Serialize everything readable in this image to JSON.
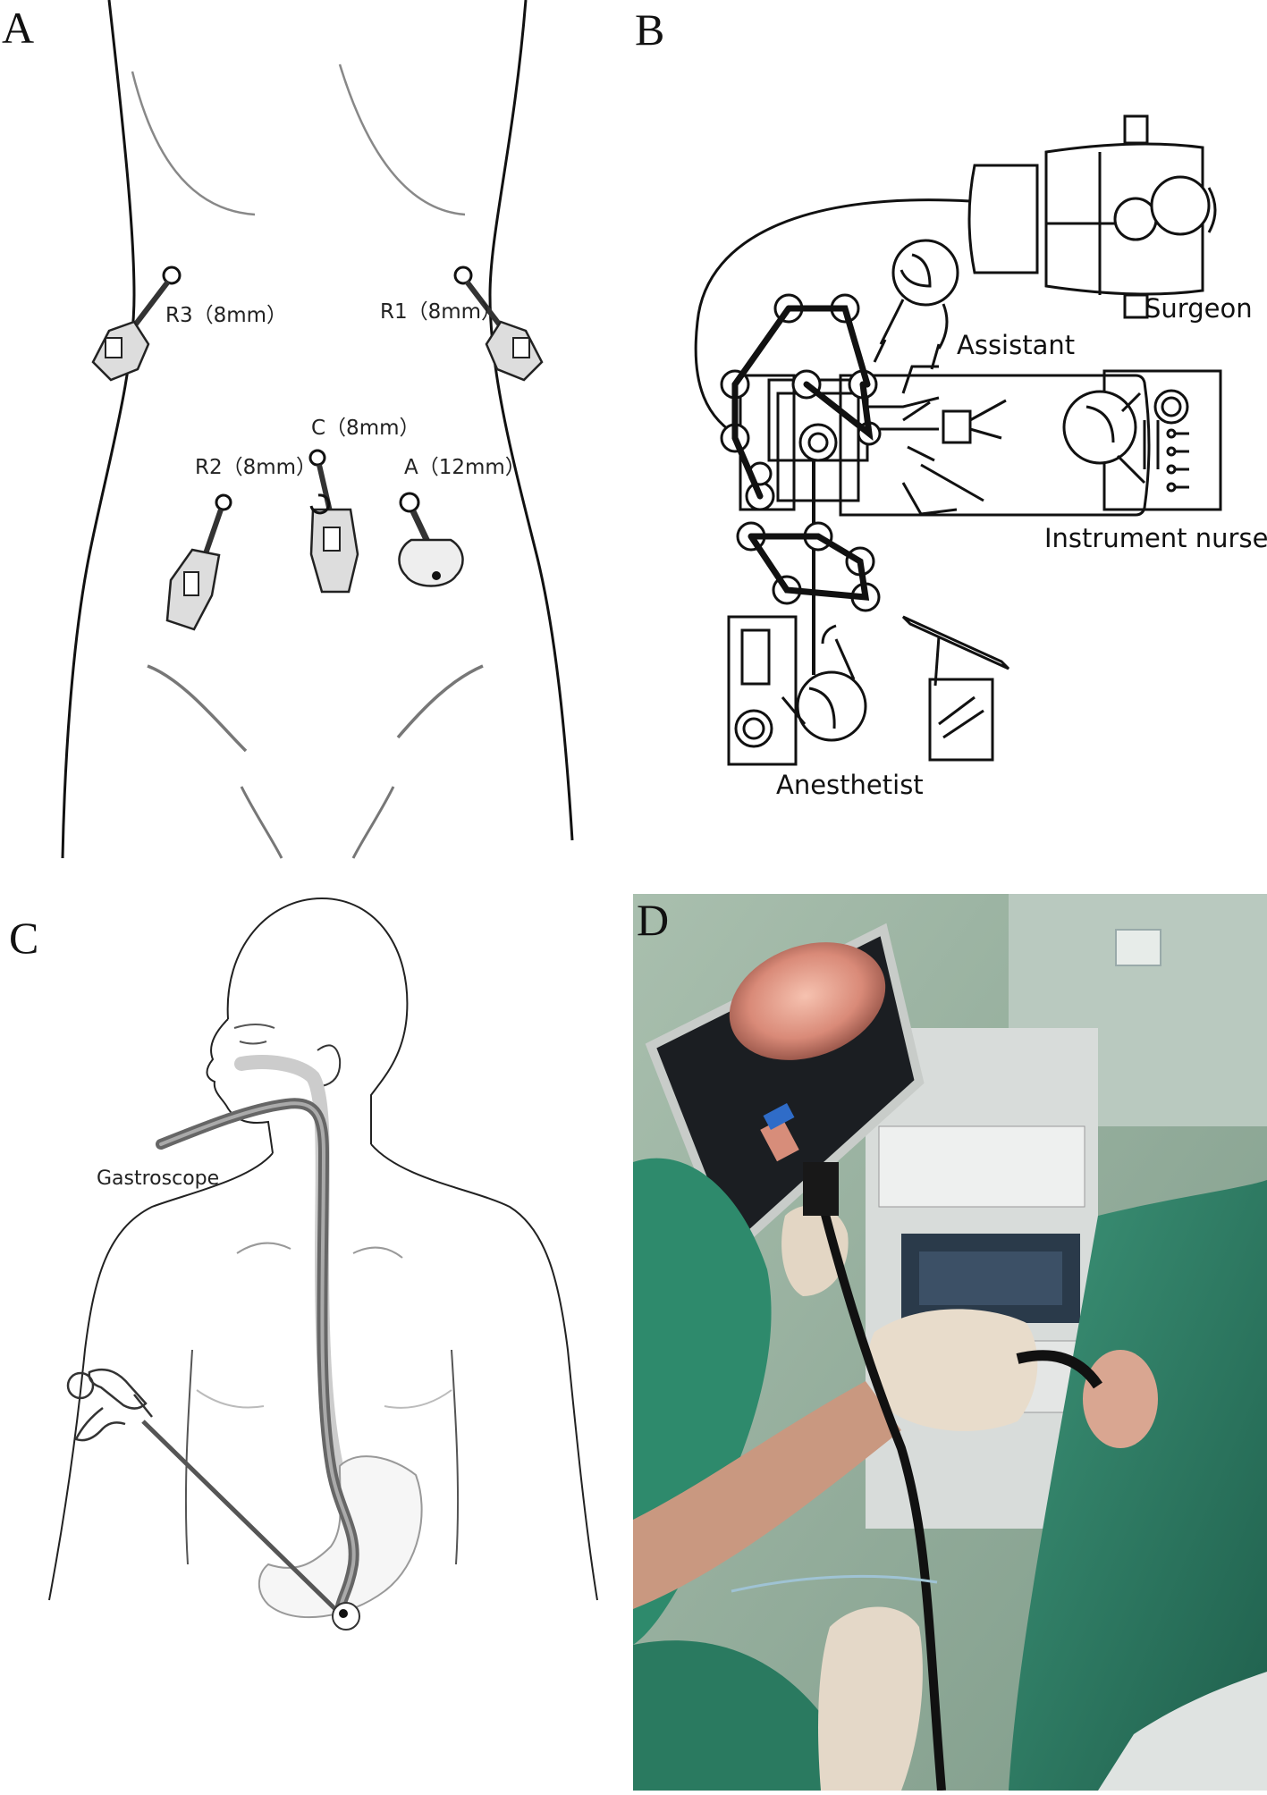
{
  "panel_a": {
    "letter": "A",
    "ports": [
      {
        "label": "R3（8mm）"
      },
      {
        "label": "R1（8mm）"
      },
      {
        "label": "C（8mm）"
      },
      {
        "label": "R2（8mm）"
      },
      {
        "label": "A（12mm）"
      }
    ]
  },
  "panel_b": {
    "letter": "B",
    "roles": {
      "surgeon": "Surgeon",
      "assistant": "Assistant",
      "instrument_nurse": "Instrument nurse",
      "anesthetist": "Anesthetist"
    }
  },
  "panel_c": {
    "letter": "C",
    "gastroscope_label": "Gastroscope"
  },
  "panel_d": {
    "letter": "D"
  }
}
